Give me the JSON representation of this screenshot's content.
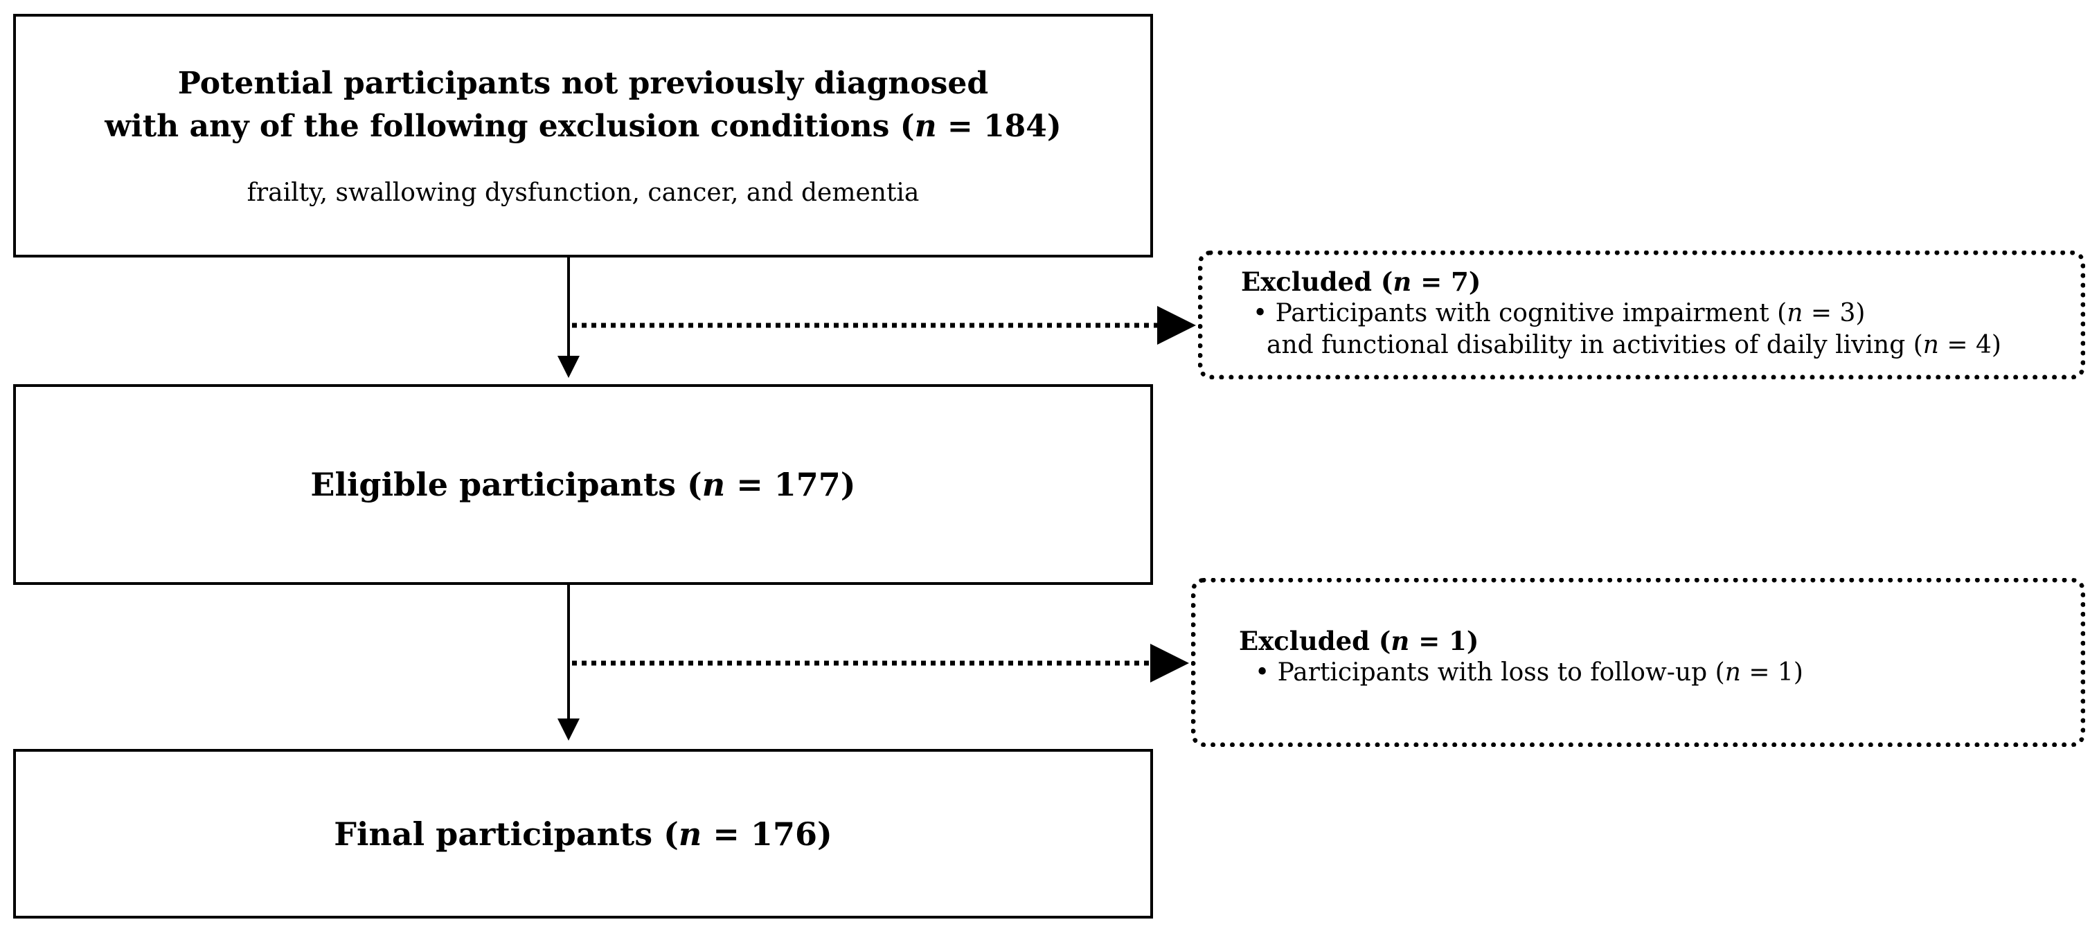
{
  "flowchart": {
    "box_initial": {
      "title_line1": "Potential participants not previously diagnosed",
      "title_line2_pre": "with any of the following exclusion conditions (",
      "n_symbol": "n",
      "title_line2_post": " = 184)",
      "subtitle": "frailty, swallowing dysfunction, cancer, and dementia"
    },
    "exclusion_1": {
      "heading_pre": "Excluded (",
      "n_symbol": "n",
      "heading_post": " = 7)",
      "line1_pre": "• Participants with cognitive impairment (",
      "line1_post": " = 3)",
      "line2_pre": "and functional disability in activities of daily living (",
      "line2_post": " = 4)"
    },
    "box_eligible": {
      "title_pre": "Eligible participants (",
      "n_symbol": "n",
      "title_post": " = 177)"
    },
    "exclusion_2": {
      "heading_pre": "Excluded (",
      "n_symbol": "n",
      "heading_post": " = 1)",
      "line1_pre": "• Participants with loss to follow-up (",
      "line1_post": " = 1)"
    },
    "box_final": {
      "title_pre": "Final participants (",
      "n_symbol": "n",
      "title_post": " = 176)"
    }
  }
}
